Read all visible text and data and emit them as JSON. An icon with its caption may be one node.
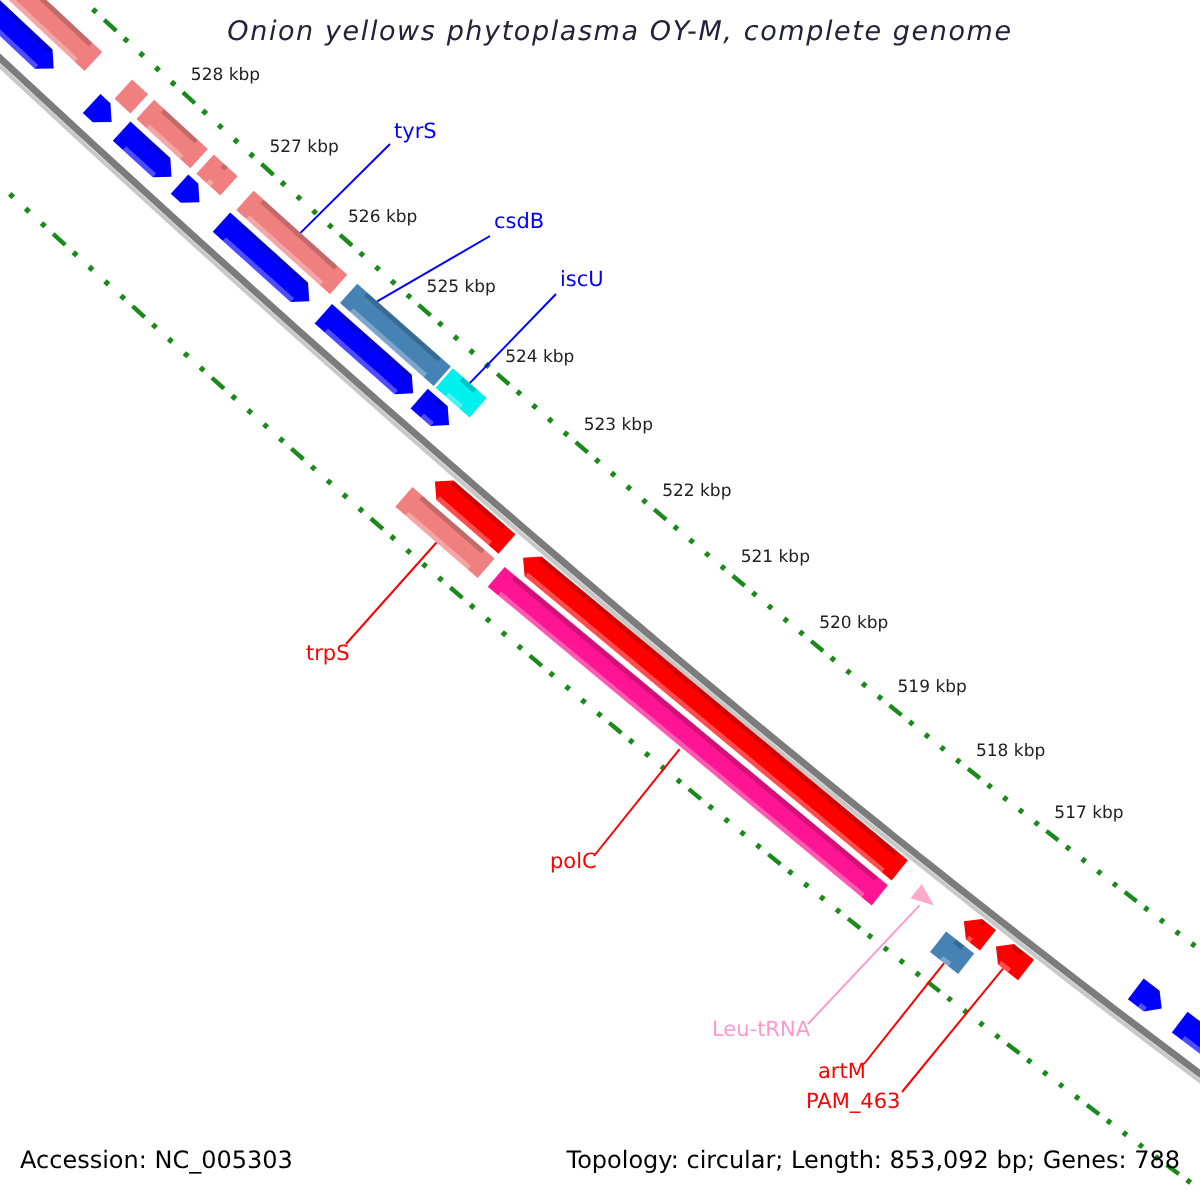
{
  "diagram": {
    "title": "Onion yellows phytoplasma OY-M, complete genome",
    "nodes": [
      {
        "text": [
          "tyrS"
        ]
      },
      {
        "text": [
          "csdB"
        ]
      },
      {
        "text": [
          "iscU"
        ]
      },
      {
        "text": [
          "trpS"
        ]
      },
      {
        "text": [
          "polC"
        ]
      },
      {
        "text": [
          "Leu-tRNA"
        ]
      },
      {
        "text": [
          "artM"
        ]
      },
      {
        "text": [
          "PAM_463"
        ]
      },
      {
        "text": [],
        "shape": "bar"
      },
      {
        "text": [],
        "shape": "bar"
      },
      {
        "text": [],
        "shape": "bar"
      },
      {
        "text": [],
        "shape": "bar"
      },
      {
        "text": [],
        "shape": "bar"
      },
      {
        "text": [],
        "shape": "triangle"
      },
      {
        "text": [],
        "shape": "bar"
      },
      {
        "text": [],
        "shape": "bar"
      }
    ],
    "edges": [
      {
        "from": 0,
        "to": 8,
        "arrow": "none",
        "color": "#0000ff"
      },
      {
        "from": 1,
        "to": 9,
        "arrow": "none",
        "color": "#0000ff"
      },
      {
        "from": 2,
        "to": 10,
        "arrow": "none",
        "color": "#0000ff"
      },
      {
        "from": 3,
        "to": 11,
        "arrow": "none"
      },
      {
        "from": 4,
        "to": 12,
        "arrow": "none"
      },
      {
        "from": 5,
        "to": 13,
        "arrow": "none",
        "color": "#ff99cc"
      },
      {
        "from": 6,
        "to": 14,
        "arrow": "none"
      },
      {
        "from": 7,
        "to": 15,
        "arrow": "none"
      }
    ],
    "labels": [
      "528 kbp",
      "527 kbp",
      "526 kbp",
      "525 kbp",
      "524 kbp",
      "523 kbp",
      "522 kbp",
      "521 kbp",
      "520 kbp",
      "519 kbp",
      "518 kbp",
      "517 kbp",
      "Accession: NC_005303",
      "Topology: circular; Length: 853,092 bp; Genes: 788"
    ]
  }
}
